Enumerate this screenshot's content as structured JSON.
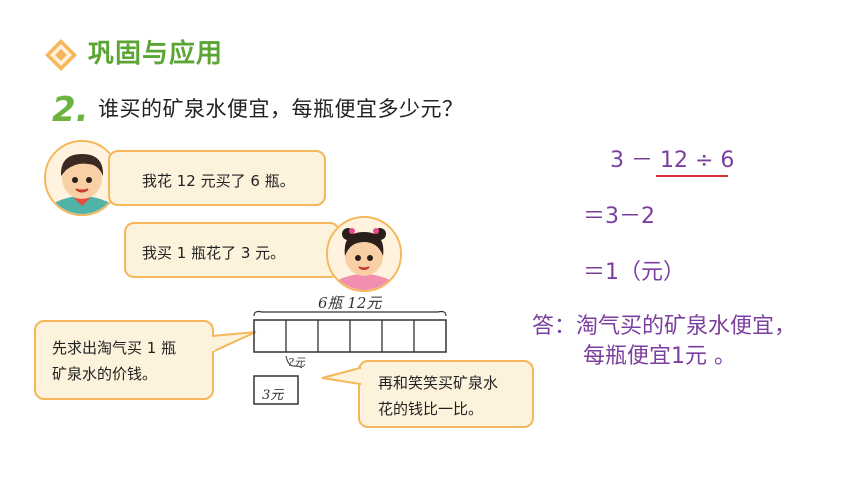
{
  "header": {
    "title": "巩固与应用"
  },
  "question": {
    "number": "2.",
    "text": "谁买的矿泉水便宜，每瓶便宜多少元？"
  },
  "bubbles": {
    "boy": "我花 12 元买了 6 瓶。",
    "girl": "我买 1 瓶花了 3 元。",
    "hint_left_line1": "先求出淘气买 1 瓶",
    "hint_left_line2": "矿泉水的价钱。",
    "hint_right_line1": "再和笑笑买矿泉水",
    "hint_right_line2": "花的钱比一比。"
  },
  "diagram": {
    "top_label": "6瓶 12元",
    "small_label": "?元",
    "box_label": "3元",
    "segments": 6
  },
  "solution": {
    "line1": "3 － 12 ÷ 6",
    "line2": "＝3－2",
    "line3": "＝1（元）",
    "answer_line1": "答：淘气买的矿泉水便宜，",
    "answer_line2": "每瓶便宜1元 。"
  },
  "colors": {
    "header_green": "#5aa533",
    "bubble_border": "#f5b75a",
    "bubble_fill": "#fdf2dc",
    "math_purple": "#7b3fa0",
    "underline_red": "#e0303a"
  }
}
